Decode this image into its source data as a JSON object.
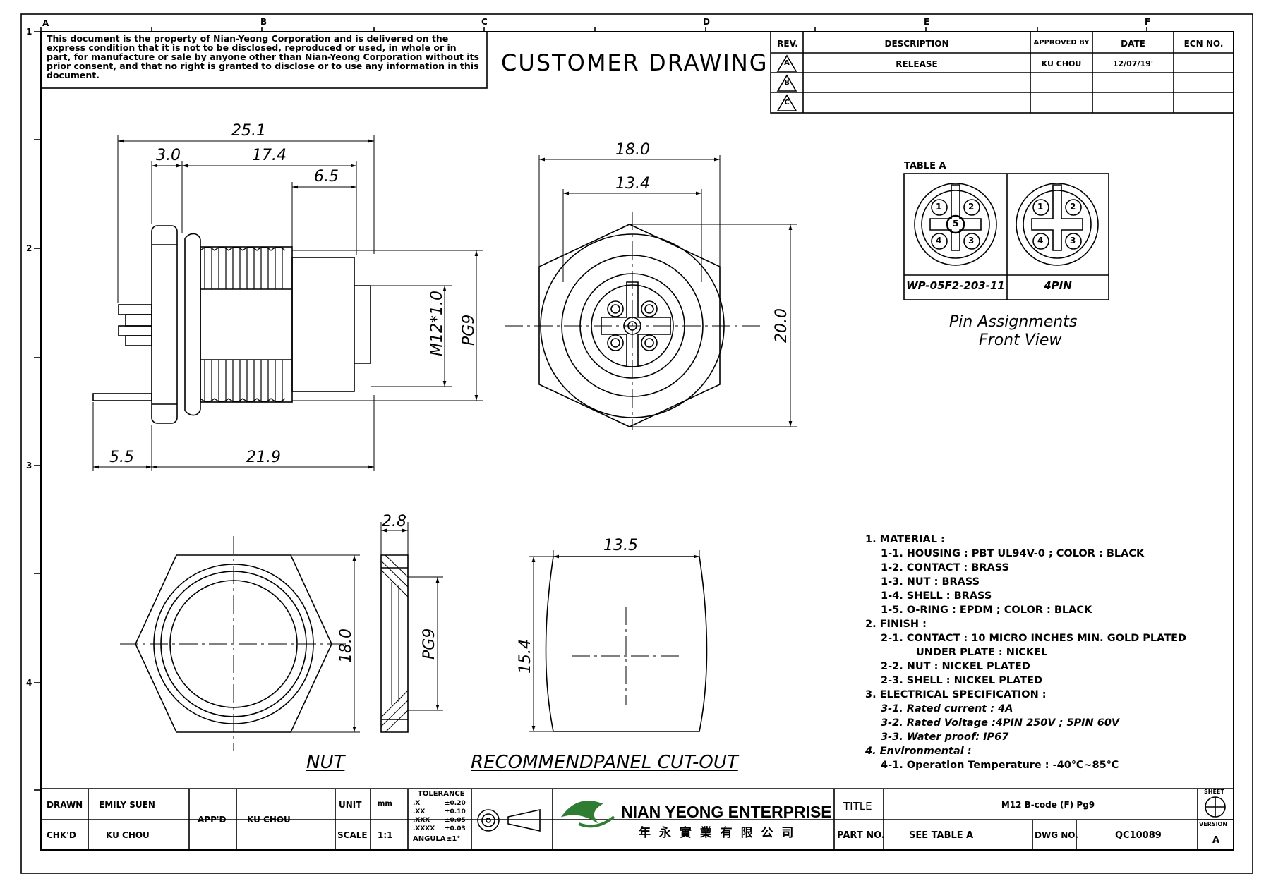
{
  "notice": "This document is the property of Nian-Yeong Corporation and is delivered on the express condition that it is not to be disclosed, reproduced or used, in whole or in part, for manufacture or sale by anyone other than Nian-Yeong Corporation without its prior consent, and that no right is granted to disclose or to use any information in this document.",
  "drawing_title": "CUSTOMER DRAWING",
  "zones": {
    "columns": [
      "A",
      "B",
      "C",
      "D",
      "E",
      "F"
    ],
    "rows": [
      "1",
      "2",
      "3",
      "4"
    ]
  },
  "revision_table": {
    "headers": [
      "REV.",
      "DESCRIPTION",
      "APPROVED BY",
      "DATE",
      "ECN NO."
    ],
    "rows": [
      [
        "A",
        "RELEASE",
        "KU CHOU",
        "12/07/19'",
        ""
      ],
      [
        "B",
        "",
        "",
        "",
        ""
      ],
      [
        "C",
        "",
        "",
        "",
        ""
      ]
    ]
  },
  "side_view": {
    "dims": {
      "overall": "25.1",
      "flange": "3.0",
      "body": "17.4",
      "front": "6.5",
      "thread": "M12*1.0",
      "pg": "PG9",
      "pin_out": "5.5",
      "length": "21.9"
    }
  },
  "front_view": {
    "dims": {
      "outer": "18.0",
      "inner": "13.4",
      "height": "20.0"
    }
  },
  "pin_table": {
    "title": "TABLE A",
    "cells": [
      {
        "label": "WP-05F2-203-11",
        "pins": [
          "1",
          "2",
          "3",
          "4",
          "5"
        ]
      },
      {
        "label": "4PIN",
        "pins": [
          "1",
          "2",
          "3",
          "4"
        ]
      }
    ],
    "caption_line1": "Pin Assignments",
    "caption_line2": "Front View"
  },
  "nut_view": {
    "dims": {
      "thickness": "2.8",
      "size": "18.0",
      "pg": "PG9"
    },
    "caption": "NUT"
  },
  "cutout_view": {
    "dims": {
      "width": "13.5",
      "height": "15.4"
    },
    "caption": "RECOMMENDPANEL CUT-OUT"
  },
  "notes": [
    "1. MATERIAL :",
    "1-1. HOUSING : PBT UL94V-0 ; COLOR : BLACK",
    "1-2. CONTACT : BRASS",
    "1-3. NUT : BRASS",
    "1-4. SHELL : BRASS",
    "1-5. O-RING : EPDM ; COLOR : BLACK",
    "2. FINISH :",
    "2-1. CONTACT : 10 MICRO INCHES MIN. GOLD PLATED",
    "UNDER PLATE : NICKEL",
    "2-2. NUT : NICKEL PLATED",
    "2-3. SHELL : NICKEL PLATED",
    "3. ELECTRICAL SPECIFICATION :",
    "3-1. Rated current : 4A",
    "3-2. Rated Voltage :4PIN 250V ; 5PIN 60V",
    "3-3. Water proof: IP67",
    "4. Environmental :",
    "4-1. Operation Temperature : -40℃~85℃"
  ],
  "title_block": {
    "drawn_label": "DRAWN",
    "drawn_value": "EMILY SUEN",
    "chkd_label": "CHK'D",
    "chkd_value": "KU CHOU",
    "appd_label": "APP'D",
    "appd_value": "KU CHOU",
    "unit_label": "UNIT",
    "unit_value": "mm",
    "scale_label": "SCALE",
    "scale_value": "1:1",
    "tolerance_title": "TOLERANCE",
    "tolerances": [
      {
        "k": ".X",
        "v": "±0.20"
      },
      {
        "k": ".XX",
        "v": "±0.10"
      },
      {
        "k": ".XXX",
        "v": "±0.05"
      },
      {
        "k": ".XXXX",
        "v": "±0.03"
      },
      {
        "k": "ANGULA",
        "v": "±1°"
      }
    ],
    "company_name": "NIAN YEONG ENTERPRISE",
    "company_name_cn": "年 永 實 業 有 限 公 司",
    "title_label": "TITLE",
    "title_value": "M12 B-code (F) Pg9",
    "part_no_label": "PART NO.",
    "part_no_value": "SEE TABLE A",
    "dwg_no_label": "DWG NO.",
    "dwg_no_value": "QC10089",
    "sheet_label": "SHEET",
    "version_label": "VERSION",
    "version_value": "A"
  }
}
